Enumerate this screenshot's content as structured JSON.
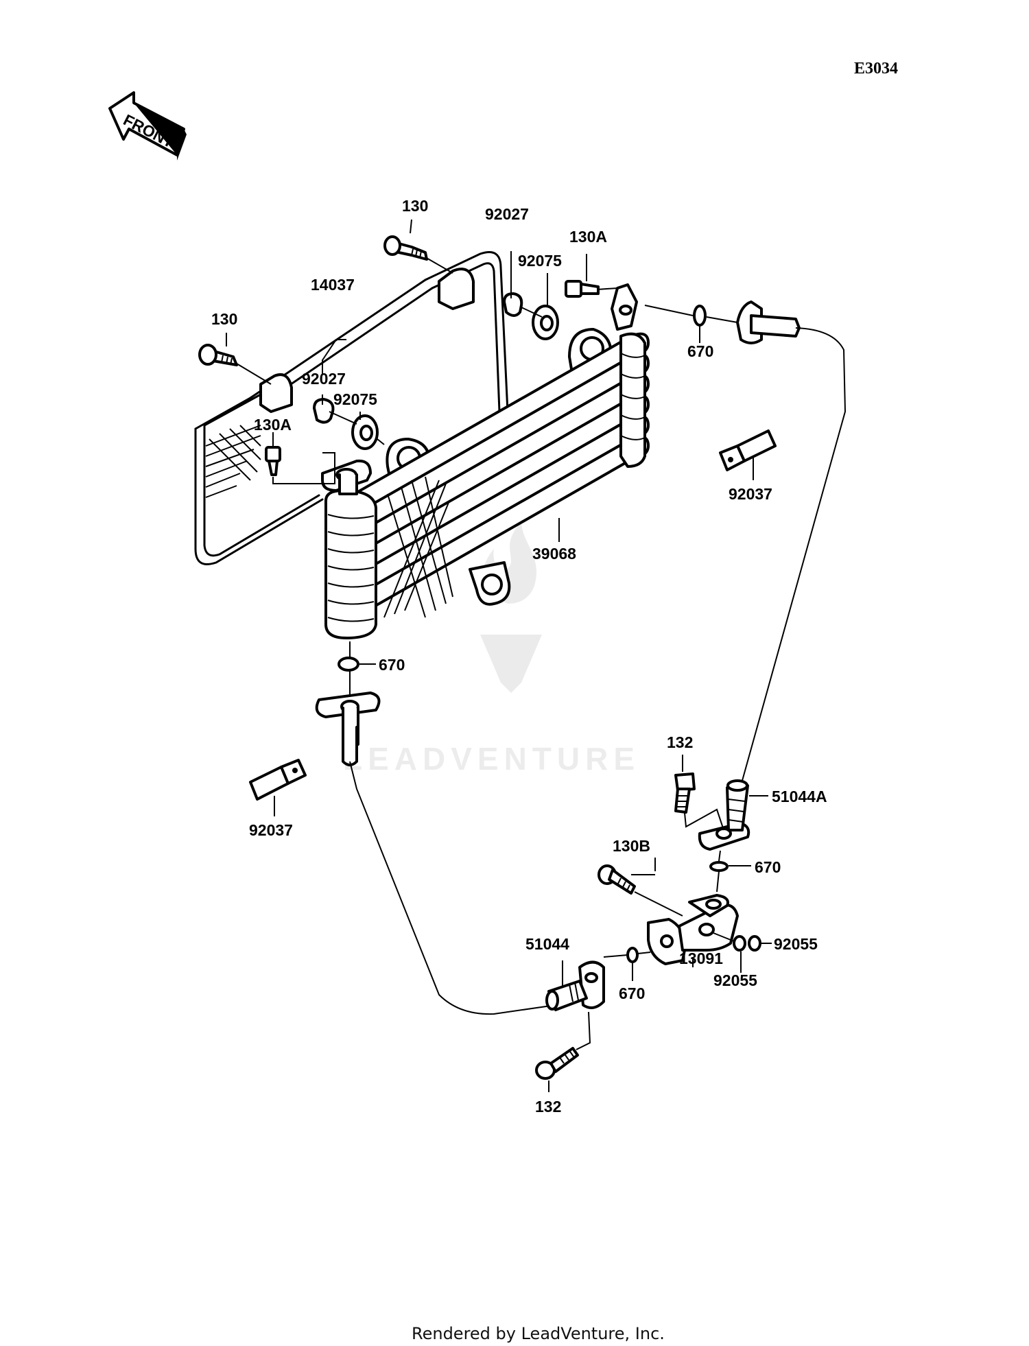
{
  "diagram_code": "E3034",
  "front_arrow_label": "FRONT",
  "footer": "Rendered by LeadVenture, Inc.",
  "watermark": "LEADVENTURE",
  "labels": {
    "bolt_130_top": "130",
    "bolt_130_left": "130",
    "bolt_130a_top": "130A",
    "bolt_130a_left": "130A",
    "bracket_14037": "14037",
    "collar_92027_top": "92027",
    "collar_92027_left": "92027",
    "damper_92075_top": "92075",
    "damper_92075_left": "92075",
    "oring_670_top": "670",
    "oring_670_left": "670",
    "oring_670_right": "670",
    "oring_670_bottom": "670",
    "clamp_92037_right": "92037",
    "clamp_92037_left": "92037",
    "cooler_39068": "39068",
    "bolt_132_top": "132",
    "bolt_132_bottom": "132",
    "hose_51044a": "51044A",
    "hose_51044": "51044",
    "bolt_130b": "130B",
    "fitting_13091": "13091",
    "washer_92055_right": "92055",
    "washer_92055_bottom": "92055"
  }
}
